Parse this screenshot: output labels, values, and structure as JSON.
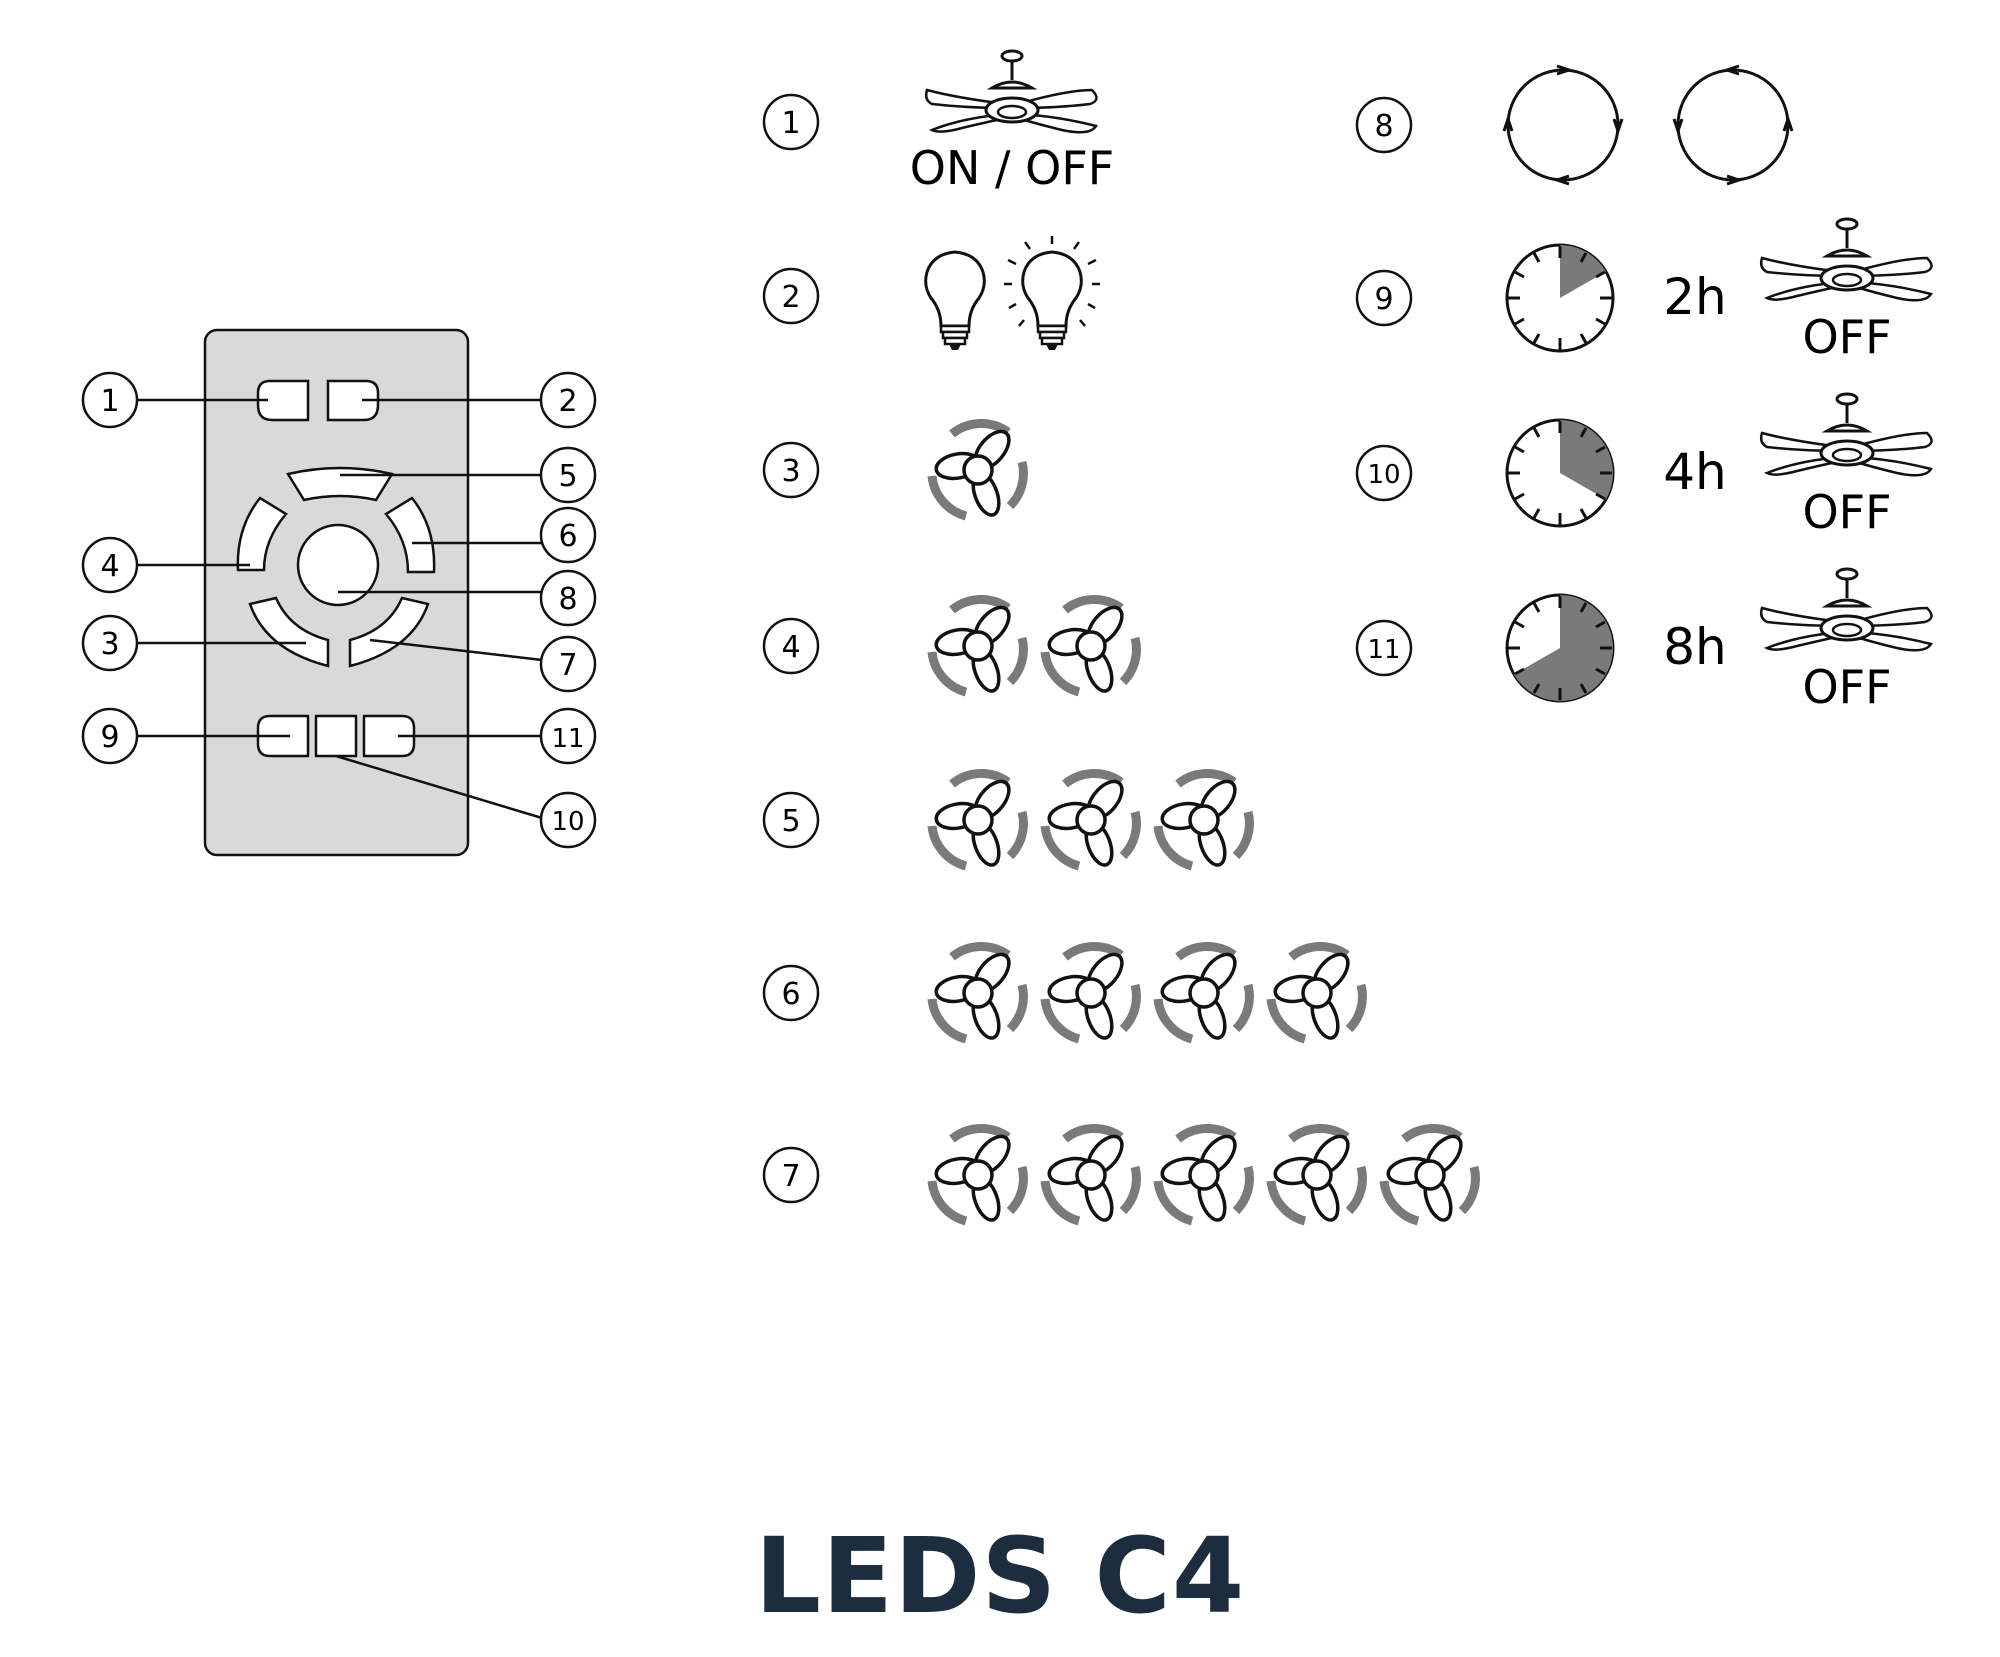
{
  "remote": {
    "callouts": [
      "1",
      "2",
      "3",
      "4",
      "5",
      "6",
      "7",
      "8",
      "9",
      "10",
      "11"
    ]
  },
  "functions": {
    "f1": {
      "number": "1",
      "caption": "ON / OFF",
      "icon": "ceiling-fan-icon"
    },
    "f2": {
      "number": "2",
      "icon": "light-bulb-icon"
    },
    "f3": {
      "number": "3",
      "fan_count": 1,
      "icon": "fan-speed-icon"
    },
    "f4": {
      "number": "4",
      "fan_count": 2,
      "icon": "fan-speed-icon"
    },
    "f5": {
      "number": "5",
      "fan_count": 3,
      "icon": "fan-speed-icon"
    },
    "f6": {
      "number": "6",
      "fan_count": 4,
      "icon": "fan-speed-icon"
    },
    "f7": {
      "number": "7",
      "fan_count": 5,
      "icon": "fan-speed-icon"
    },
    "f8": {
      "number": "8",
      "icon": "rotation-direction-icon"
    },
    "f9": {
      "number": "9",
      "duration": "2h",
      "caption": "OFF",
      "timer_fraction": 0.167
    },
    "f10": {
      "number": "10",
      "duration": "4h",
      "caption": "OFF",
      "timer_fraction": 0.333
    },
    "f11": {
      "number": "11",
      "duration": "8h",
      "caption": "OFF",
      "timer_fraction": 0.667
    }
  },
  "footer": {
    "title": "LEDS C4"
  },
  "colors": {
    "title": "#1b2d3e",
    "remote_body": "#d9d9d9",
    "accent_gray": "#7a7a7a"
  }
}
